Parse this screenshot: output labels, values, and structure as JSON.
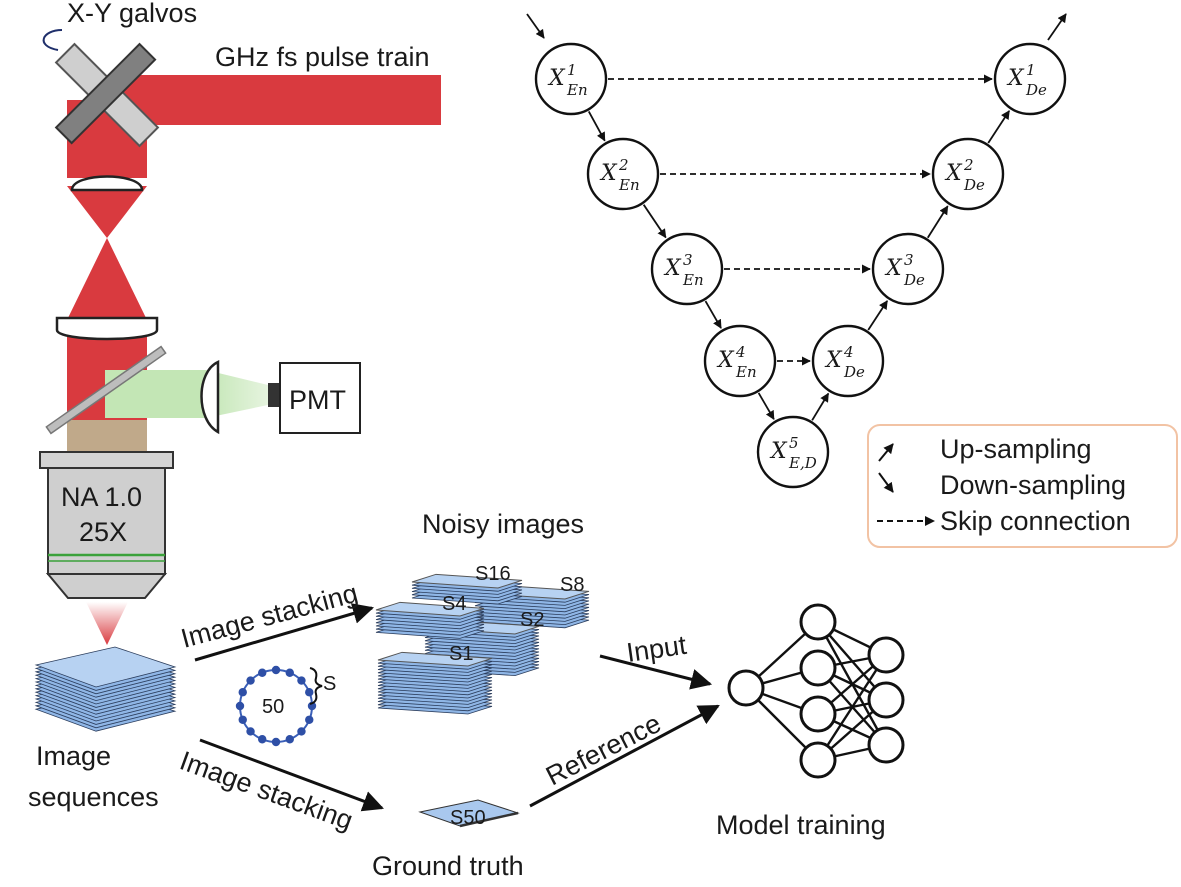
{
  "optics": {
    "galvo_label": "X-Y galvos",
    "pulse_label": "GHz fs pulse train",
    "pmt_label": "PMT",
    "objective_na": "NA 1.0",
    "objective_mag": "25X",
    "beam_color": "#d93a3f",
    "fluor_color": "#c3e6b5"
  },
  "pipeline": {
    "image_sequences_line1": "Image",
    "image_sequences_line2": "sequences",
    "image_stacking_top": "Image stacking",
    "image_stacking_bottom": "Image stacking",
    "noisy_images": "Noisy images",
    "ground_truth": "Ground truth",
    "cycle_count": "50",
    "cycle_s": "S",
    "stacks": {
      "s16": "S16",
      "s8": "S8",
      "s4": "S4",
      "s2": "S2",
      "s1": "S1",
      "s50": "S50"
    },
    "input_label": "Input",
    "reference_label": "Reference",
    "model_training": "Model training",
    "stack_color": "#a9c8ee"
  },
  "unet": {
    "nodes": [
      {
        "id": "en1",
        "base": "X",
        "sup": "1",
        "sub": "En"
      },
      {
        "id": "en2",
        "base": "X",
        "sup": "2",
        "sub": "En"
      },
      {
        "id": "en3",
        "base": "X",
        "sup": "3",
        "sub": "En"
      },
      {
        "id": "en4",
        "base": "X",
        "sup": "4",
        "sub": "En"
      },
      {
        "id": "ed5",
        "base": "X",
        "sup": "5",
        "sub": "E,D"
      },
      {
        "id": "de4",
        "base": "X",
        "sup": "4",
        "sub": "De"
      },
      {
        "id": "de3",
        "base": "X",
        "sup": "3",
        "sub": "De"
      },
      {
        "id": "de2",
        "base": "X",
        "sup": "2",
        "sub": "De"
      },
      {
        "id": "de1",
        "base": "X",
        "sup": "1",
        "sub": "De"
      }
    ],
    "legend": {
      "up": "Up-sampling",
      "down": "Down-sampling",
      "skip": "Skip connection",
      "border_color": "#f2c3a4"
    }
  }
}
